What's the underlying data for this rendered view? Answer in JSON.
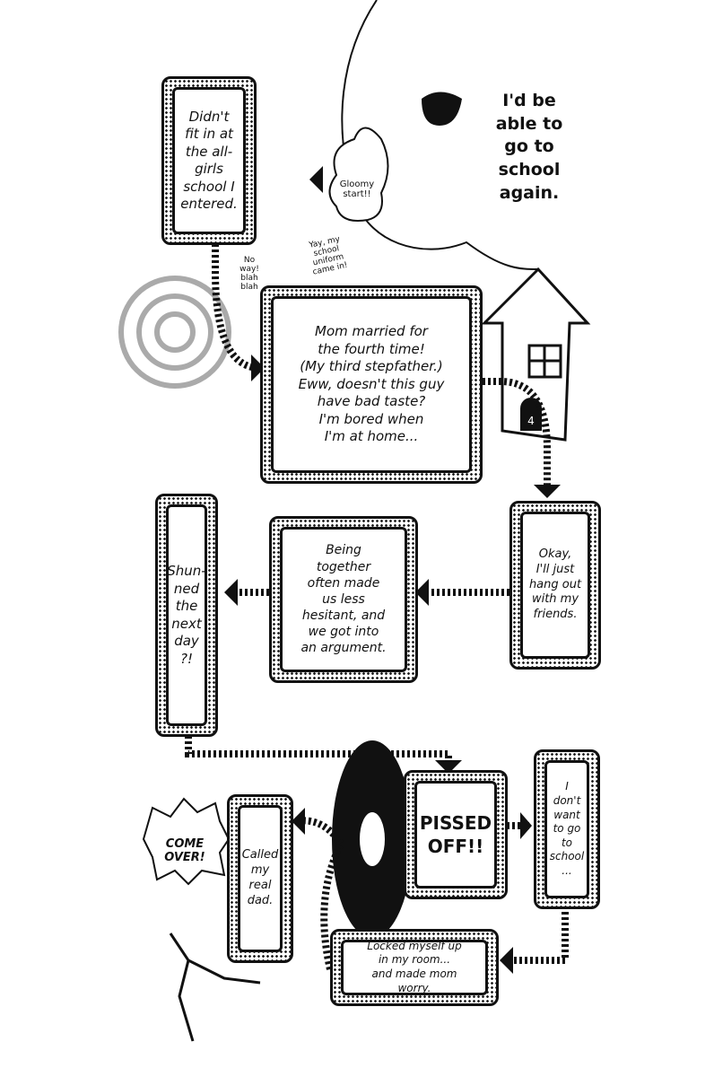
{
  "panels": [
    {
      "id": "didnt-fit",
      "text": "Didn't\nfit in at\nthe all-girls\nschool I\nentered."
    },
    {
      "id": "mom-married",
      "text": "Mom married for\nthe fourth time!\n(My third stepfather.)\nEww, doesn't this guy\nhave bad taste?\nI'm bored when\nI'm at home..."
    },
    {
      "id": "hang-out",
      "text": "Okay,\nI'll just\nhang out\nwith my\nfriends."
    },
    {
      "id": "argument",
      "text": "Being\ntogether\noften made\nus less\nhesitant, and\nwe got into\nan argument."
    },
    {
      "id": "shunned",
      "text": "Shun-\nned\nthe\nnext\nday\n?!"
    },
    {
      "id": "pissed-off",
      "text": "PISSED\nOFF!!"
    },
    {
      "id": "dont-want",
      "text": "I\ndon't\nwant\nto go\nto\nschool\n..."
    },
    {
      "id": "locked",
      "text": "Locked myself up\nin my room...\nand made mom\nworry."
    },
    {
      "id": "called-dad",
      "text": "Called\nmy\nreal\ndad."
    }
  ],
  "narration": "I'd be\nable to\ngo to\nschool\nagain.",
  "bubbles": {
    "gloomy": "Gloomy\nstart!!",
    "uniform": "Yay, my\nschool\nuniform\ncame in!",
    "no_way": "No\nway!\nblah\nblah",
    "come_over": "COME\nOVER!",
    "house_number": "4"
  }
}
